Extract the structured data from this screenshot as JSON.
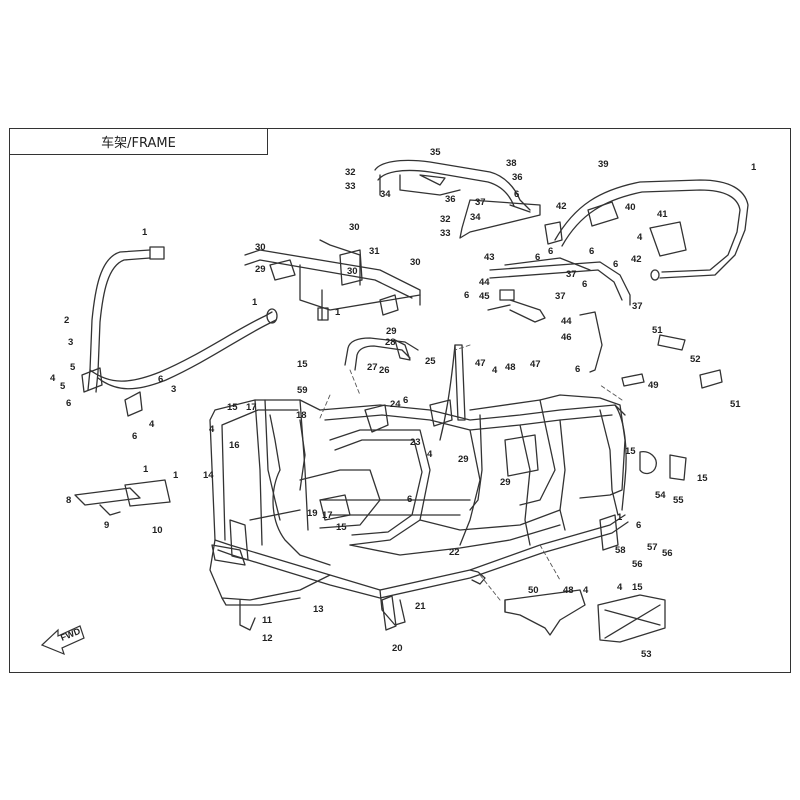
{
  "header": {
    "title": "车架/FRAME"
  },
  "fwd_marker": {
    "text": "FWD"
  },
  "callouts": [
    {
      "n": "1"
    },
    {
      "n": "2"
    },
    {
      "n": "3"
    },
    {
      "n": "4"
    },
    {
      "n": "5"
    },
    {
      "n": "6"
    },
    {
      "n": "3"
    },
    {
      "n": "4"
    },
    {
      "n": "6"
    },
    {
      "n": "5"
    },
    {
      "n": "6"
    },
    {
      "n": "1"
    },
    {
      "n": "30"
    },
    {
      "n": "29"
    },
    {
      "n": "30"
    },
    {
      "n": "31"
    },
    {
      "n": "30"
    },
    {
      "n": "30"
    },
    {
      "n": "1"
    },
    {
      "n": "29"
    },
    {
      "n": "35"
    },
    {
      "n": "32"
    },
    {
      "n": "33"
    },
    {
      "n": "38"
    },
    {
      "n": "36"
    },
    {
      "n": "34"
    },
    {
      "n": "37"
    },
    {
      "n": "36"
    },
    {
      "n": "6"
    },
    {
      "n": "32"
    },
    {
      "n": "33"
    },
    {
      "n": "34"
    },
    {
      "n": "39"
    },
    {
      "n": "1"
    },
    {
      "n": "42"
    },
    {
      "n": "40"
    },
    {
      "n": "41"
    },
    {
      "n": "4"
    },
    {
      "n": "42"
    },
    {
      "n": "43"
    },
    {
      "n": "6"
    },
    {
      "n": "6"
    },
    {
      "n": "6"
    },
    {
      "n": "6"
    },
    {
      "n": "37"
    },
    {
      "n": "6"
    },
    {
      "n": "44"
    },
    {
      "n": "45"
    },
    {
      "n": "6"
    },
    {
      "n": "37"
    },
    {
      "n": "37"
    },
    {
      "n": "44"
    },
    {
      "n": "46"
    },
    {
      "n": "6"
    },
    {
      "n": "28"
    },
    {
      "n": "25"
    },
    {
      "n": "27"
    },
    {
      "n": "26"
    },
    {
      "n": "15"
    },
    {
      "n": "59"
    },
    {
      "n": "15"
    },
    {
      "n": "17"
    },
    {
      "n": "18"
    },
    {
      "n": "4"
    },
    {
      "n": "16"
    },
    {
      "n": "14"
    },
    {
      "n": "24"
    },
    {
      "n": "6"
    },
    {
      "n": "23"
    },
    {
      "n": "4"
    },
    {
      "n": "47"
    },
    {
      "n": "4"
    },
    {
      "n": "48"
    },
    {
      "n": "47"
    },
    {
      "n": "29"
    },
    {
      "n": "29"
    },
    {
      "n": "6"
    },
    {
      "n": "51"
    },
    {
      "n": "52"
    },
    {
      "n": "51"
    },
    {
      "n": "49"
    },
    {
      "n": "15"
    },
    {
      "n": "54"
    },
    {
      "n": "55"
    },
    {
      "n": "15"
    },
    {
      "n": "1"
    },
    {
      "n": "9"
    },
    {
      "n": "8"
    },
    {
      "n": "1"
    },
    {
      "n": "10"
    },
    {
      "n": "19"
    },
    {
      "n": "17"
    },
    {
      "n": "15"
    },
    {
      "n": "22"
    },
    {
      "n": "13"
    },
    {
      "n": "11"
    },
    {
      "n": "12"
    },
    {
      "n": "21"
    },
    {
      "n": "20"
    },
    {
      "n": "1"
    },
    {
      "n": "58"
    },
    {
      "n": "6"
    },
    {
      "n": "57"
    },
    {
      "n": "56"
    },
    {
      "n": "56"
    },
    {
      "n": "50"
    },
    {
      "n": "48"
    },
    {
      "n": "4"
    },
    {
      "n": "4"
    },
    {
      "n": "15"
    },
    {
      "n": "53"
    }
  ]
}
